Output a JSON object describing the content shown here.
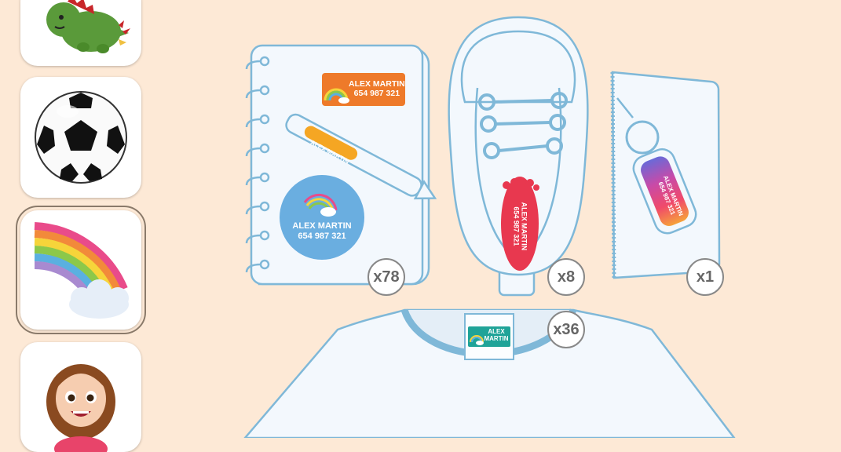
{
  "sidebar": {
    "items": [
      {
        "name": "dinosaur",
        "icon": "dinosaur-icon"
      },
      {
        "name": "soccer-ball",
        "icon": "soccer-ball-icon"
      },
      {
        "name": "rainbow",
        "icon": "rainbow-icon",
        "selected": true
      },
      {
        "name": "girl",
        "icon": "girl-avatar-icon"
      }
    ]
  },
  "label": {
    "name": "ALEX MARTIN",
    "phone": "654 987 321",
    "name_line1": "ALEX",
    "name_line2": "MARTIN"
  },
  "counts": {
    "notebook": "x78",
    "shoe": "x8",
    "pouch": "x1",
    "shirt": "x36"
  },
  "colors": {
    "background": "#fde9d6",
    "outline": "#7fb8d8",
    "fill": "#f0f6fc",
    "label_orange": "#ee7a2a",
    "label_yellow": "#f5a623",
    "label_blue": "#6aaee0",
    "label_red": "#e8384f",
    "label_teal": "#1fa398"
  }
}
